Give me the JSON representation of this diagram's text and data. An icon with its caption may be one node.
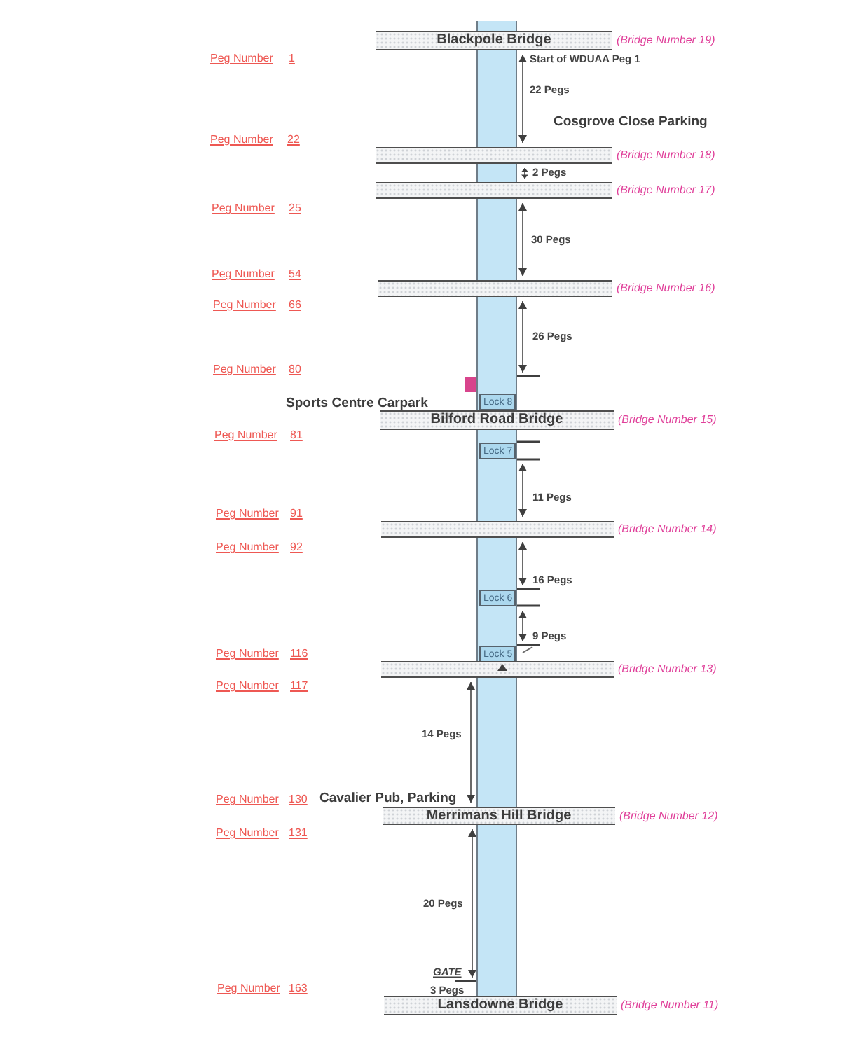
{
  "diagram": {
    "nodes": [
      {
        "text": [],
        "shape": "bar"
      },
      {
        "text": [
          "Blackpole Bridge"
        ],
        "beside": [
          "(Bridge Number 19)"
        ]
      },
      {
        "text": [],
        "shape": "bar",
        "beside": [
          "(Bridge Number 18)"
        ]
      },
      {
        "text": [],
        "shape": "bar",
        "beside": [
          "(Bridge Number 17)"
        ]
      },
      {
        "text": [],
        "shape": "bar",
        "beside": [
          "(Bridge Number 16)"
        ]
      },
      {
        "text": [
          "Lock 8"
        ],
        "in": 0
      },
      {
        "text": [
          "Bilford Road Bridge"
        ],
        "beside": [
          "(Bridge Number 15)"
        ]
      },
      {
        "text": [
          "Lock 7"
        ],
        "in": 0
      },
      {
        "text": [],
        "shape": "bar",
        "beside": [
          "(Bridge Number 14)"
        ]
      },
      {
        "text": [
          "Lock 6"
        ],
        "in": 0
      },
      {
        "text": [
          "Lock 5"
        ],
        "in": 0
      },
      {
        "text": [],
        "shape": "bar",
        "beside": [
          "(Bridge Number 13)"
        ]
      },
      {
        "text": [
          "Merrimans Hill Bridge"
        ],
        "beside": [
          "(Bridge Number 12)"
        ]
      },
      {
        "text": [
          "Lansdowne Bridge"
        ],
        "beside": [
          "(Bridge Number 11)"
        ]
      }
    ],
    "labels": [
      "Peg Number",
      "1",
      "Start of WDUAA Peg 1",
      "22 Pegs",
      "Cosgrove Close Parking",
      "Peg Number",
      "22",
      "2 Pegs",
      "Peg Number",
      "25",
      "30 Pegs",
      "Peg Number",
      "54",
      "Peg Number",
      "66",
      "26 Pegs",
      "Peg Number",
      "80",
      "Sports Centre Carpark",
      "Peg Number",
      "81",
      "11 Pegs",
      "Peg Number",
      "91",
      "Peg Number",
      "92",
      "16 Pegs",
      "9 Pegs",
      "Peg Number",
      "116",
      "Peg Number",
      "117",
      "14 Pegs",
      "Peg Number",
      "130",
      "Cavalier Pub, Parking",
      "Peg Number",
      "131",
      "20 Pegs",
      "GATE",
      "Peg Number",
      "163",
      "3 Pegs"
    ]
  }
}
